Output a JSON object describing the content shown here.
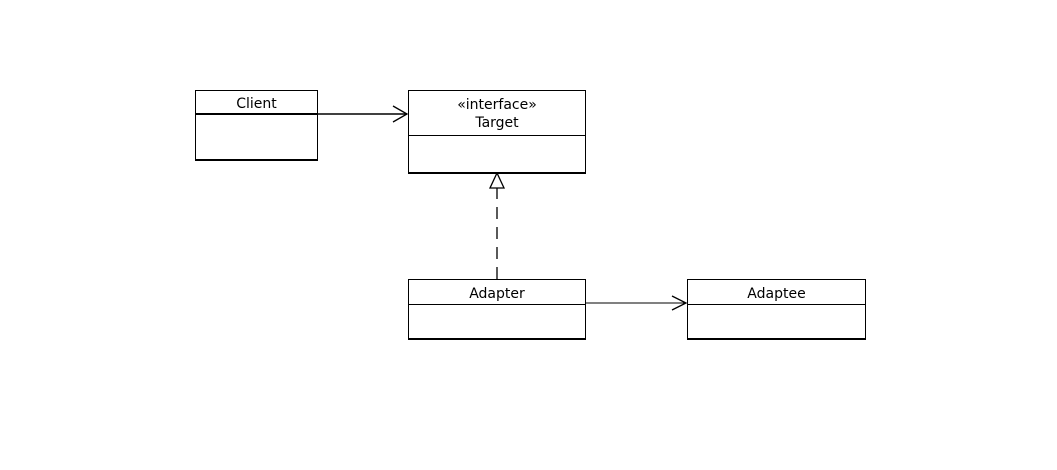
{
  "diagram": {
    "classes": {
      "client": {
        "name": "Client"
      },
      "target": {
        "stereotype": "«interface»",
        "name": "Target"
      },
      "adapter": {
        "name": "Adapter"
      },
      "adaptee": {
        "name": "Adaptee"
      }
    },
    "relations": [
      {
        "type": "association",
        "from": "Client",
        "to": "Target",
        "arrow": "open"
      },
      {
        "type": "realization",
        "from": "Adapter",
        "to": "Target",
        "arrow": "hollow-triangle",
        "line": "dashed"
      },
      {
        "type": "association",
        "from": "Adapter",
        "to": "Adaptee",
        "arrow": "open"
      }
    ]
  }
}
